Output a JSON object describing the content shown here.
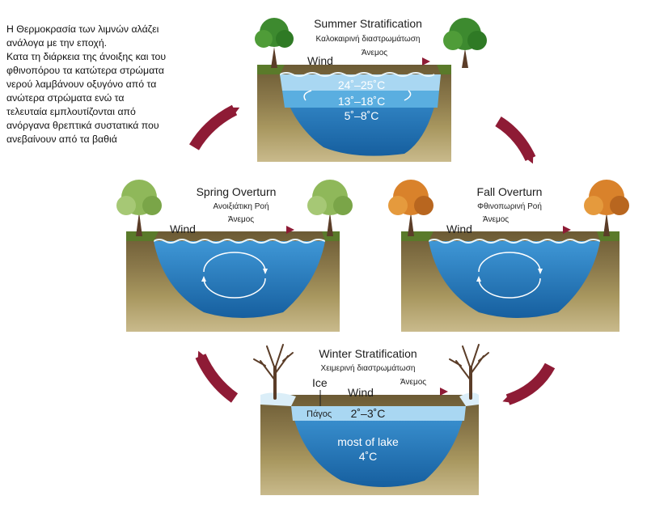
{
  "intro": {
    "lines": [
      "Η Θερμοκρασία των λιμνών αλάζει",
      "ανάλογα με την εποχή.",
      "Κατα τη διάρκεια της άνοιξης και του",
      "φθινοπόρου τα κατώτερα στρώματα",
      "νερού λαμβάνουν οξυγόνο από τα",
      "ανώτερα στρώματα ενώ τα",
      "τελευταία εμπλουτίζονται από",
      "ανόργανα θρεπτικά συστατικά που",
      "ανεβαίνουν από τα βαθιά"
    ]
  },
  "summer": {
    "title": "Summer Stratification",
    "title_gr": "Καλοκαιρινή διαστρωμάτωση",
    "wind": "Wind",
    "wind_gr": "Άνεμος",
    "layer_top": "24˚–25˚C",
    "layer_mid": "13˚–18˚C",
    "layer_bottom": "5˚–8˚C"
  },
  "spring": {
    "title": "Spring Overturn",
    "title_gr": "Ανοιξιάτικη Ροή",
    "wind": "Wind",
    "wind_gr": "Άνεμος"
  },
  "fall": {
    "title": "Fall Overturn",
    "title_gr": "Φθινοπωρινή Ροή",
    "wind": "Wind",
    "wind_gr": "Άνεμος"
  },
  "winter": {
    "title": "Winter Stratification",
    "title_gr": "Χειμερινή διαστρωμάτωση",
    "wind": "Wind",
    "wind_gr": "Άνεμος",
    "ice": "Ice",
    "ice_gr": "Πάγος",
    "layer_ice": "2˚–3˚C",
    "layer_main_1": "most of lake",
    "layer_main_2": "4˚C"
  },
  "colors": {
    "water_surface": "#a9d7f2",
    "water_mid": "#5aaee0",
    "water_deep": "#1c73b8",
    "soil_top": "#6b5a34",
    "soil_mid": "#9b8a55",
    "soil_light": "#c7b78a",
    "arrow": "#8e1b35",
    "leaves_spring": "#8fb85a",
    "leaves_summer": "#3d8a2f",
    "leaves_fall": "#d9822b",
    "trunk": "#5b3d28"
  }
}
